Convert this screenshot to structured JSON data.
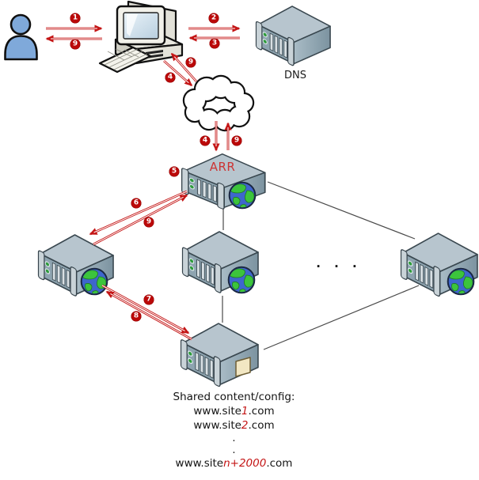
{
  "diagram": {
    "nodes": {
      "dns_label": "DNS",
      "arr_label": "ARR",
      "server_ellipsis": ". . ."
    },
    "steps": {
      "1": "1",
      "2": "2",
      "3": "3",
      "4": "4",
      "5": "5",
      "6": "6",
      "7": "7",
      "8": "8",
      "9": "9"
    },
    "shared_content": {
      "heading": "Shared content/config:",
      "sites": [
        {
          "prefix": "www.site",
          "variable": "1",
          "suffix": ".com"
        },
        {
          "prefix": "www.site",
          "variable": "2",
          "suffix": ".com"
        },
        {
          "prefix": "www.site",
          "variable": "n+2000",
          "suffix": ".com"
        }
      ],
      "continuation_dot": "."
    },
    "colors": {
      "arrow_red": "#C41616",
      "badge_red": "#BB0909",
      "arr_text_red": "#CC3434",
      "server_front": "#8EA4B0",
      "server_top": "#B7C5CE",
      "globe_ocean": "#3E66CD",
      "globe_land": "#3CC43C",
      "person_blue": "#7FA9DA",
      "connector_gray": "#4A4A4A"
    },
    "icons": {
      "user": "person-silhouette-icon",
      "client": "desktop-computer-icon",
      "dns": "rack-server-icon",
      "internet": "cloud-icon",
      "arr": "rack-server-globe-icon",
      "web_servers": "rack-server-globe-icon",
      "shared_storage": "rack-server-document-icon"
    }
  }
}
